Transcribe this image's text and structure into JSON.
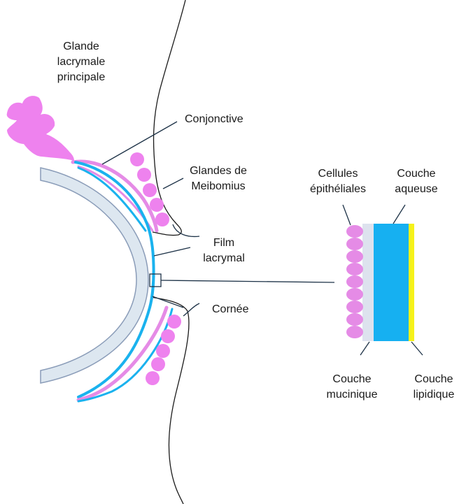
{
  "labels": {
    "glande_lacrymale": "Glande\nlacrymale\nprincipale",
    "conjonctive": "Conjonctive",
    "glandes_meibomius": "Glandes de\nMeibomius",
    "film_lacrymal": "Film\nlacrymal",
    "cornee": "Cornée",
    "cellules_epitheliales": "Cellules\népithéliales",
    "couche_aqueuse": "Couche\naqueuse",
    "couche_mucinique": "Couche\nmucinique",
    "couche_lipidique": "Couche\nlipidique"
  },
  "colors": {
    "gland_pink": "#ee82ee",
    "mucin_pink": "#e58be6",
    "tear_blue": "#1ab2ee",
    "aqueous_blue": "#16b0f1",
    "lipid_yellow": "#f6f21a",
    "cornea_fill": "#dde7f0",
    "cornea_stroke": "#8a9cb8",
    "leader_line": "#1e3348",
    "skin_line": "#1a1a1a"
  }
}
